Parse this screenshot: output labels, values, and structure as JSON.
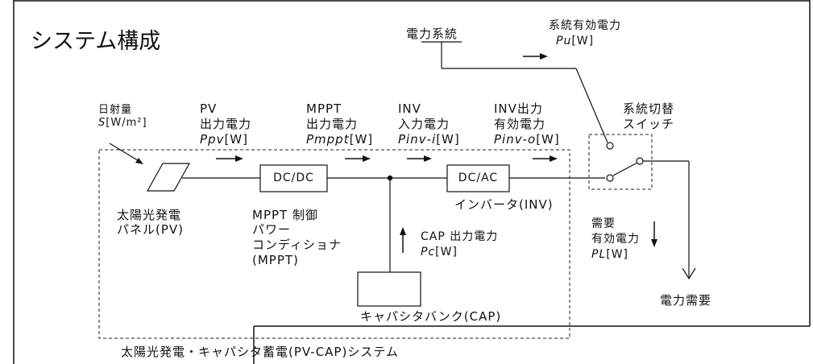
{
  "title": "システム構成",
  "labels": {
    "grid": "電力系統",
    "grid_power_1": "系統有効電力",
    "grid_power_2_var": "Pu",
    "grid_power_2_unit": "[W]",
    "irr_1": "日射量",
    "irr_2_var": "S",
    "irr_2_unit": "[W/m²]",
    "pv_out_1": "PV",
    "pv_out_2": "出力電力",
    "pv_out_3_var": "Ppv",
    "pv_out_3_unit": "[W]",
    "mppt_out_1": "MPPT",
    "mppt_out_2": "出力電力",
    "mppt_out_3_var": "Pmppt",
    "mppt_out_3_unit": "[W]",
    "inv_in_1": "INV",
    "inv_in_2": "入力電力",
    "inv_in_3_var": "Pinv-i",
    "inv_in_3_unit": "[W]",
    "inv_out_1": "INV出力",
    "inv_out_2": "有効電力",
    "inv_out_3_var": "Pinv-o",
    "inv_out_3_unit": "[W]",
    "switch_1": "系統切替",
    "switch_2": "スイッチ",
    "dcdc": "DC/DC",
    "dcac": "DC/AC",
    "pv_panel_1": "太陽光発電",
    "pv_panel_2": "パネル(PV)",
    "mppt_1": "MPPT 制御",
    "mppt_2": "パワー",
    "mppt_3": "コンディショナ",
    "mppt_4": "(MPPT)",
    "inverter": "インバータ(INV)",
    "cap_power_1": "CAP 出力電力",
    "cap_power_2_var": "Pc",
    "cap_power_2_unit": "[W]",
    "demand_1": "需要",
    "demand_2": "有効電力",
    "demand_3_var": "PL",
    "demand_3_unit": "[W]",
    "load": "電力需要",
    "cap_bank": "キャパシタバンク(CAP)",
    "system": "太陽光発電・キャパシタ蓄電(PV-CAP)システム"
  }
}
